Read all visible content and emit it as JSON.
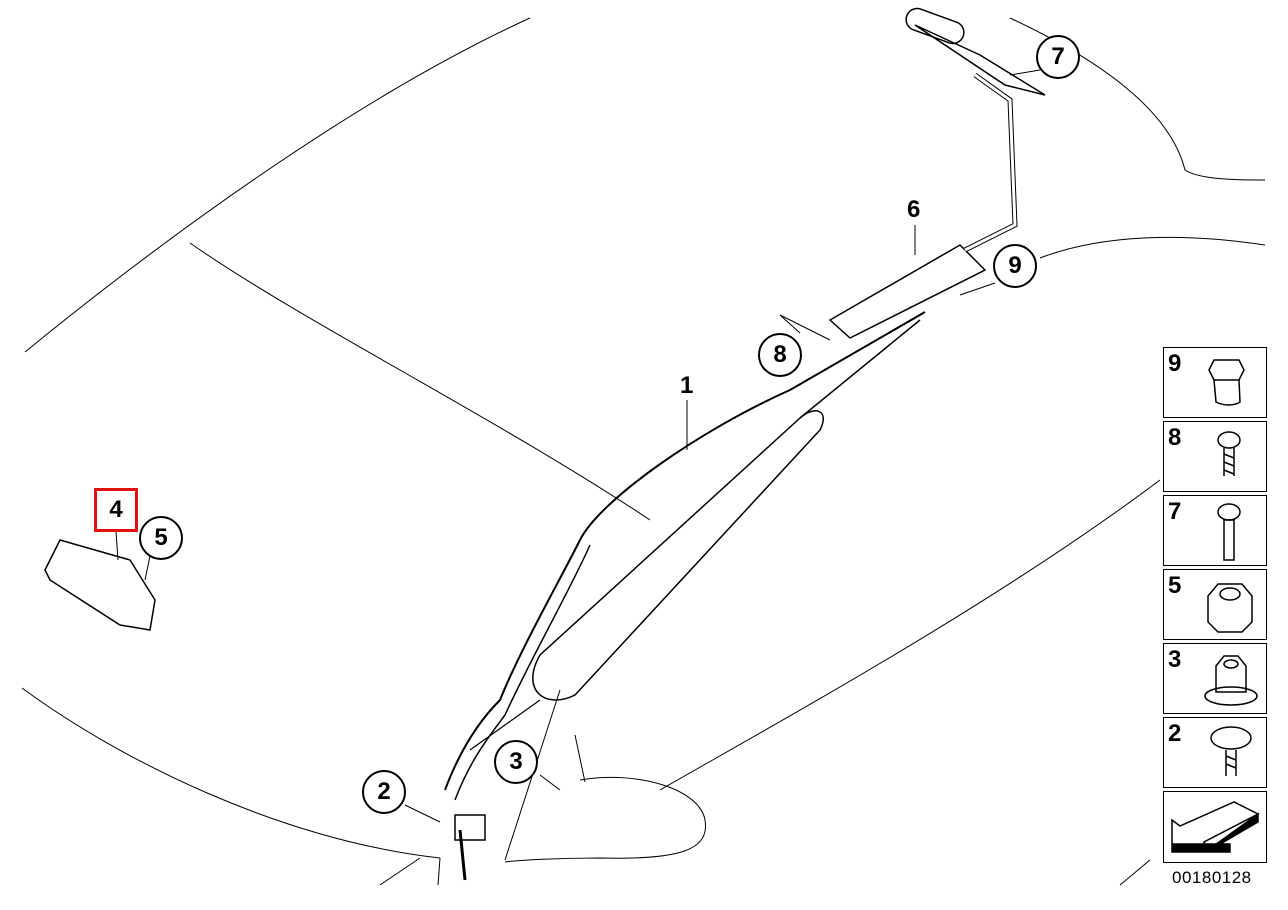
{
  "diagram": {
    "callouts": {
      "c1": "1",
      "c2": "2",
      "c3": "3",
      "c4": "4",
      "c5": "5",
      "c6": "6",
      "c7": "7",
      "c8": "8",
      "c9": "9"
    },
    "highlighted": "4",
    "highlight_color": "#e01010",
    "legend": [
      {
        "num": "9",
        "part": "rivet-nut-icon"
      },
      {
        "num": "8",
        "part": "torx-screw-icon"
      },
      {
        "num": "7",
        "part": "torx-bolt-icon"
      },
      {
        "num": "5",
        "part": "hex-nut-icon"
      },
      {
        "num": "3",
        "part": "flange-nut-icon"
      },
      {
        "num": "2",
        "part": "washer-screw-icon"
      }
    ],
    "diagram_code": "00180128"
  }
}
